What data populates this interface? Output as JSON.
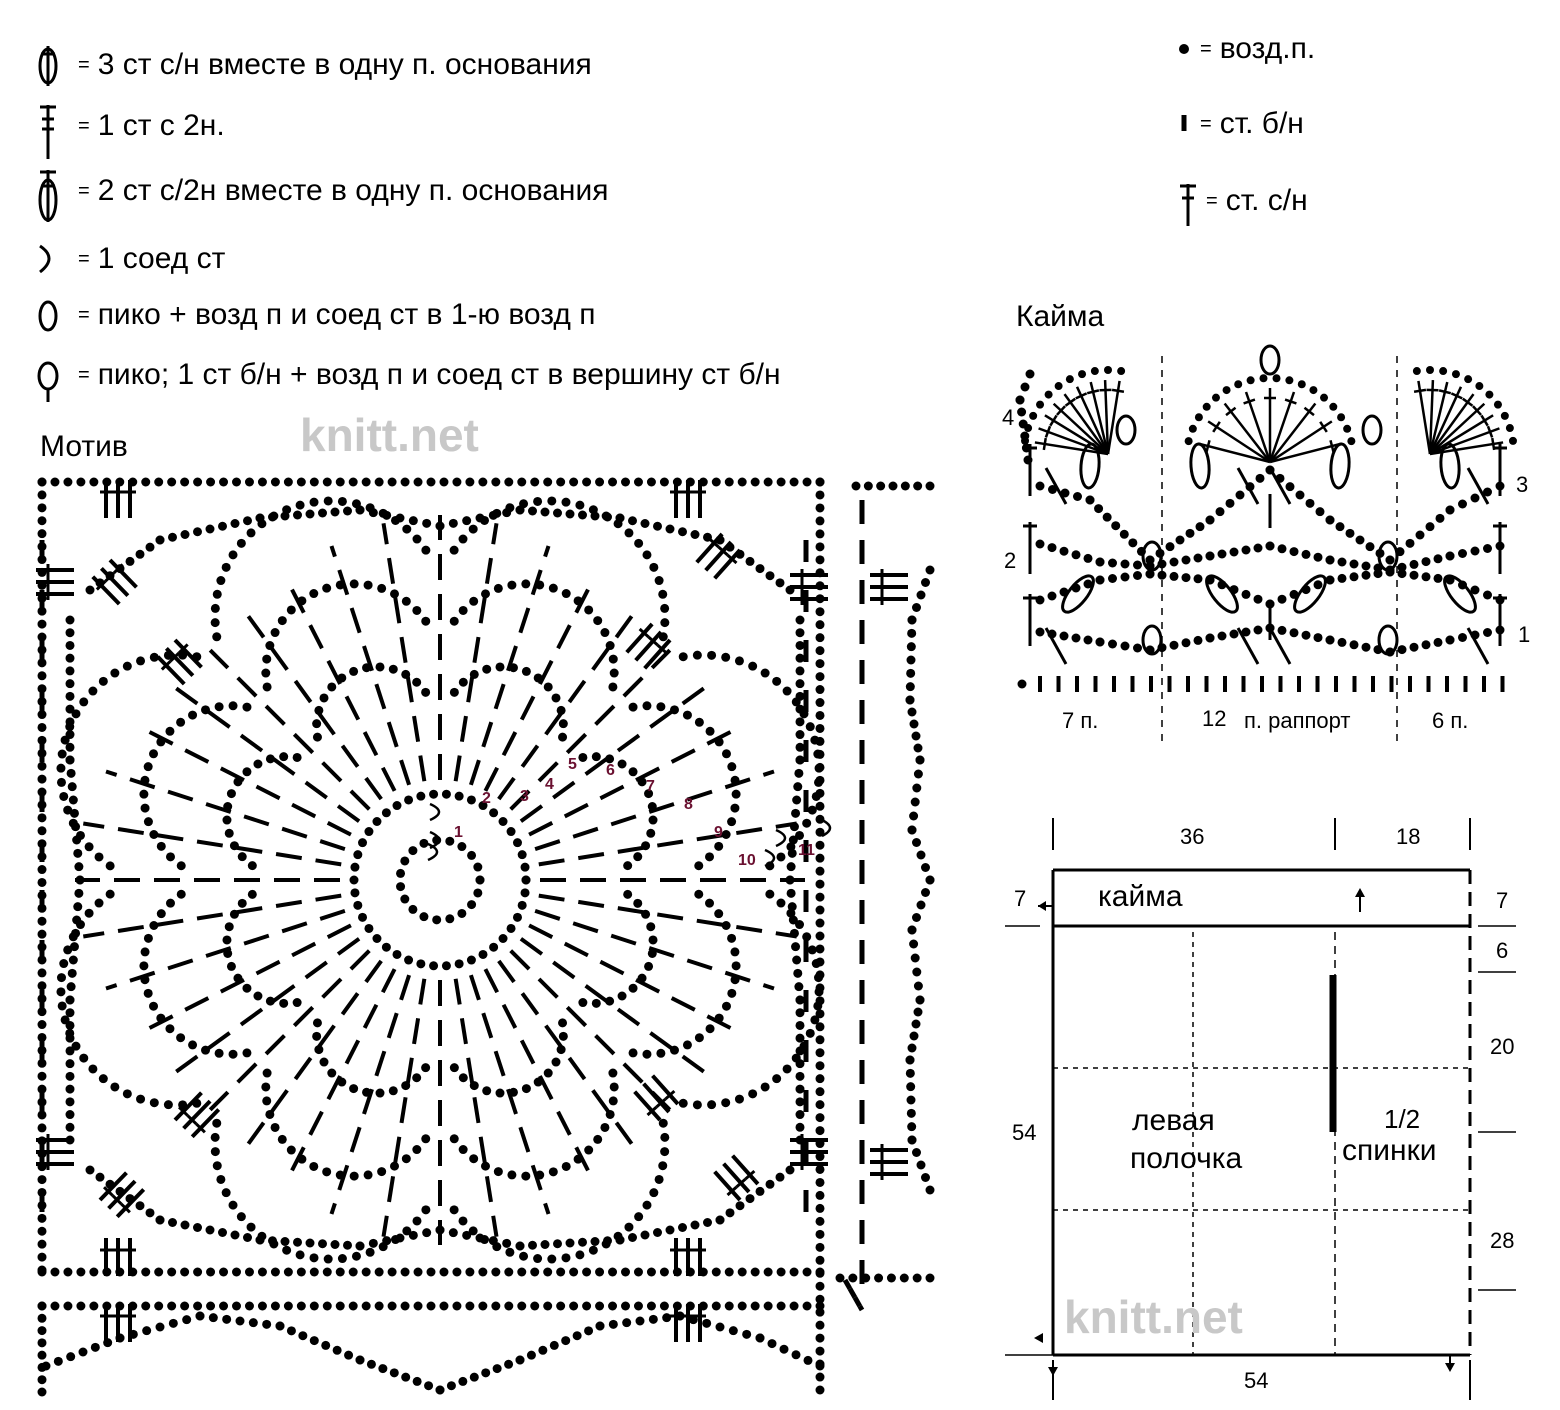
{
  "legend_left": [
    {
      "icon": "three-dc-together-icon",
      "text": "3 ст с/н вместе в одну п. основания"
    },
    {
      "icon": "treble-crochet-icon",
      "text": "1 ст с 2н."
    },
    {
      "icon": "two-tr-together-icon",
      "text": "2 ст с/2н вместе в одну п. основания"
    },
    {
      "icon": "slip-stitch-icon",
      "text": "1 соед ст"
    },
    {
      "icon": "picot-chain-icon",
      "text": "пико + возд п  и соед ст в 1-ю возд п"
    },
    {
      "icon": "picot-sc-icon",
      "text": "пико; 1 ст б/н + возд п  и соед ст в вершину ст б/н"
    }
  ],
  "legend_right": [
    {
      "icon": "chain-stitch-icon",
      "text": "возд.п."
    },
    {
      "icon": "single-crochet-icon",
      "text": "ст. б/н"
    },
    {
      "icon": "double-crochet-icon",
      "text": "ст. с/н"
    }
  ],
  "equals": "=",
  "watermark": "knitt.net",
  "motif": {
    "title": "Мотив",
    "round_labels": [
      "1",
      "2",
      "3",
      "4",
      "5",
      "6",
      "7",
      "8",
      "9",
      "10",
      "11"
    ]
  },
  "border": {
    "title": "Кайма",
    "row_labels": [
      "1",
      "2",
      "3",
      "4"
    ],
    "left_count": "7 п.",
    "repeat_num": "12",
    "repeat_text": "п. раппорт",
    "right_count": "6 п."
  },
  "schematic": {
    "top_left": "36",
    "top_right": "18",
    "kaima_label": "кайма",
    "kaima_height_left": "7",
    "kaima_height_right": "7",
    "right_dims": [
      "6",
      "20",
      "28"
    ],
    "left_height": "54",
    "bottom_width": "54",
    "left_front": [
      "левая",
      "полочка"
    ],
    "half_back": [
      "1/2",
      "спинки"
    ]
  },
  "colors": {
    "ink": "#000000",
    "round_numbers": "#6a1030",
    "watermark": "#c8c8c8"
  }
}
